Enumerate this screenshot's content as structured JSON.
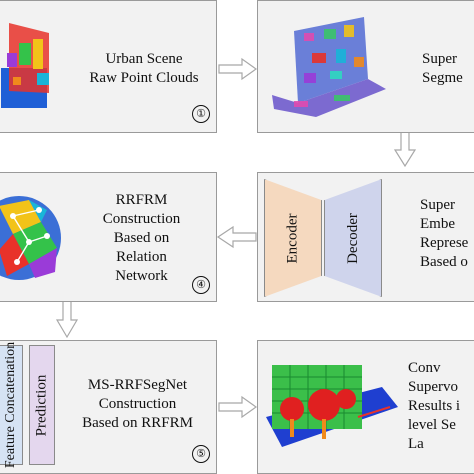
{
  "steps": [
    {
      "id": "s1",
      "number": "①",
      "lines": [
        "Urban Scene",
        "Raw Point Clouds"
      ]
    },
    {
      "id": "s2",
      "number": "",
      "lines": [
        "Super",
        "Segme"
      ]
    },
    {
      "id": "s3",
      "number": "",
      "lines": [
        "Super",
        "Embe",
        "Represe",
        "Based o"
      ],
      "blocks": [
        "Encoder",
        "Decoder"
      ]
    },
    {
      "id": "s4",
      "number": "④",
      "lines": [
        "RRFRM",
        "Construction",
        "Based on",
        "Relation",
        "Network"
      ]
    },
    {
      "id": "s5",
      "number": "⑤",
      "lines": [
        "MS-RRFSegNet",
        "Construction",
        "Based on RRFRM"
      ],
      "blocks": [
        "Feature Concatenation",
        "Prediction"
      ]
    },
    {
      "id": "s6",
      "number": "",
      "lines": [
        "Conv",
        "Supervo",
        "Results i",
        "level Se",
        "La"
      ]
    }
  ],
  "colors": {
    "box_fill": "#f2f2f2",
    "box_border": "#9a9a9a",
    "encoder_fill": "#f5d9bf",
    "decoder_fill": "#cfd4ec",
    "concat_fill": "#d6e3f4",
    "prediction_fill": "#e4d7ee",
    "arrow": "#b5b5b5"
  },
  "icons": {
    "raw_point_cloud": "colored-point-cloud-thumbnail",
    "supervoxels": "supervoxel-mesh-thumbnail",
    "relation_network": "relation-graph-sphere-thumbnail",
    "segmentation_result": "segmented-building-thumbnail"
  }
}
